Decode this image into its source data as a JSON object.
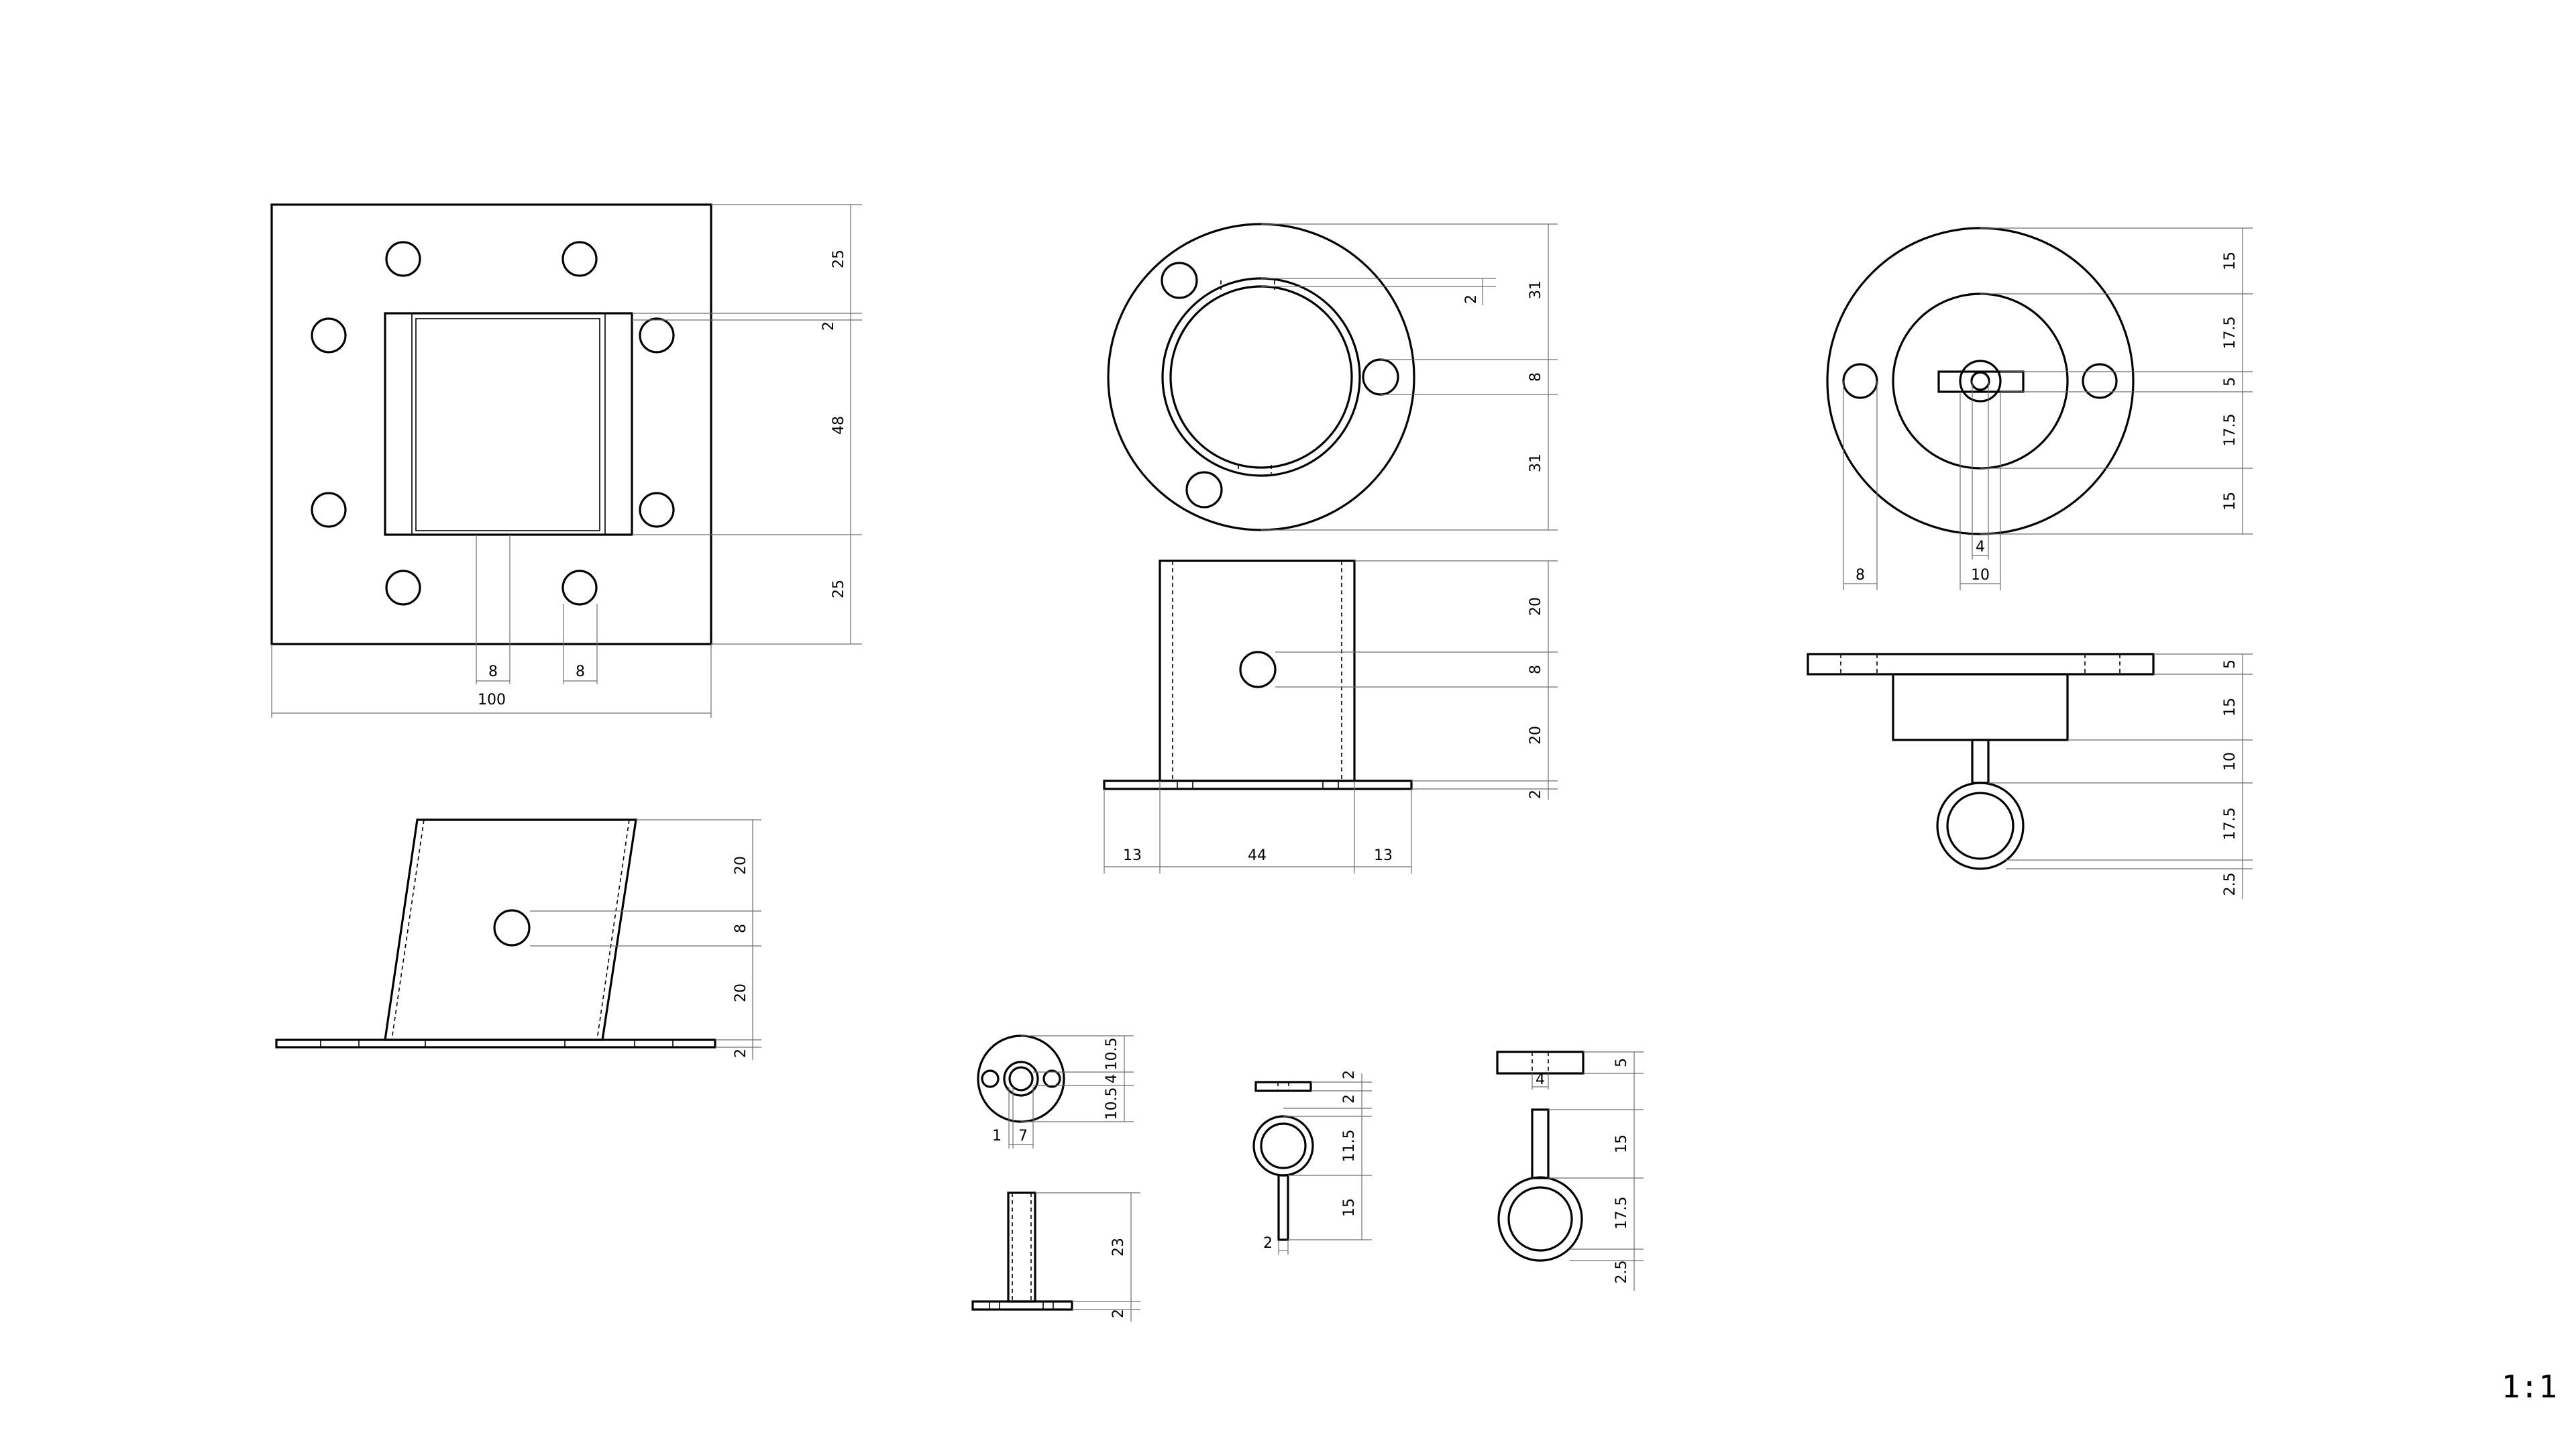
{
  "scale": "1:1",
  "labels": {
    "plate_right_top": "25",
    "plate_right_gap": "2",
    "plate_right_mid": "48",
    "plate_right_bot": "25",
    "plate_hole_a": "8",
    "plate_hole_b": "8",
    "plate_width": "100",
    "slant_top": "20",
    "slant_hole": "8",
    "slant_bot": "20",
    "slant_plate": "2",
    "flange_gap": "2",
    "flange_top": "31",
    "flange_hole": "8",
    "flange_bot": "31",
    "tube_top": "20",
    "tube_hole": "8",
    "tube_bot": "20",
    "tube_plate": "2",
    "tube_left": "13",
    "tube_mid": "44",
    "tube_right": "13",
    "ring_top_15": "15",
    "ring_top_175": "17.5",
    "ring_mid_5": "5",
    "ring_bot_175": "17.5",
    "ring_bot_15": "15",
    "ring_bottom_8": "8",
    "ring_bottom_4": "4",
    "ring_bottom_10": "10",
    "side_5": "5",
    "side_15": "15",
    "side_10": "10",
    "side_175": "17.5",
    "side_25": "2.5",
    "small_105a": "10.5",
    "small_4": "4",
    "small_105b": "10.5",
    "small_1": "1",
    "small_7": "7",
    "small_23": "23",
    "small_2": "2",
    "pin_2a": "2",
    "pin_2b": "2",
    "pin_115": "11.5",
    "pin_15": "15",
    "pin_2c": "2",
    "hook_5": "5",
    "hook_4": "4",
    "hook_15": "15",
    "hook_175": "17.5",
    "hook_25": "2.5"
  }
}
